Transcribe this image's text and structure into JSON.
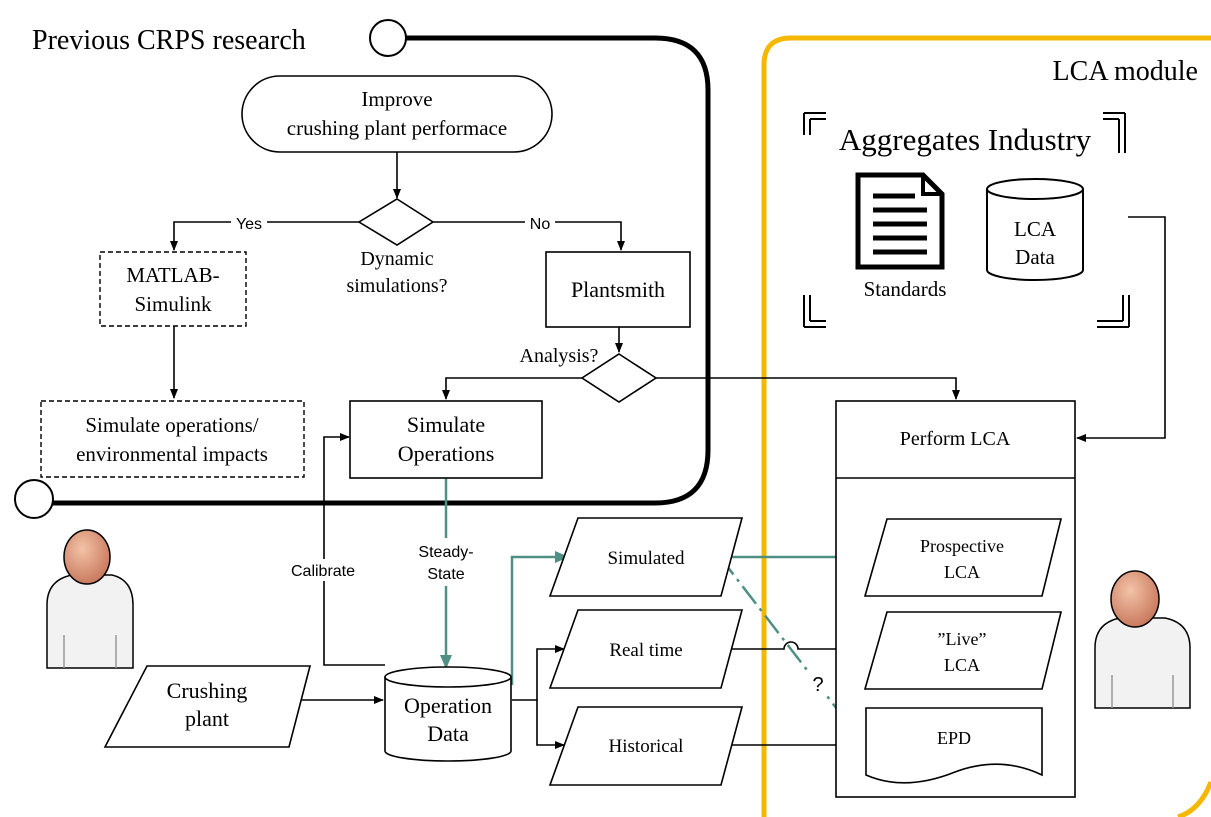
{
  "titles": {
    "previous": "Previous CRPS research",
    "lca_module": "LCA module",
    "aggregates": "Aggregates Industry"
  },
  "nodes": {
    "improve": [
      "Improve",
      "crushing plant performace"
    ],
    "dynamic": [
      "Dynamic",
      "simulations?"
    ],
    "matlab": [
      "MATLAB-",
      "Simulink"
    ],
    "plantsmith": [
      "Plantsmith"
    ],
    "analysis": [
      "Analysis?"
    ],
    "simulate_env": [
      "Simulate operations/",
      "environmental impacts"
    ],
    "simulate_ops": [
      "Simulate",
      "Operations"
    ],
    "crushing_plant": [
      "Crushing",
      "plant"
    ],
    "operation_data": [
      "Operation",
      "Data"
    ],
    "simulated": [
      "Simulated"
    ],
    "real_time": [
      "Real time"
    ],
    "historical": [
      "Historical"
    ],
    "perform_lca": [
      "Perform LCA"
    ],
    "prospective": [
      "Prospective",
      "LCA"
    ],
    "live": [
      "”Live”",
      "LCA"
    ],
    "epd": [
      "EPD"
    ],
    "standards": [
      "Standards"
    ],
    "lca_data": [
      "LCA",
      "Data"
    ]
  },
  "edge_labels": {
    "yes": "Yes",
    "no": "No",
    "calibrate": "Calibrate",
    "steady": [
      "Steady-",
      "State"
    ],
    "question": "?"
  },
  "icons": {
    "document": "document-icon",
    "database": "database-icon",
    "person": "person-icon"
  },
  "colors": {
    "yellow_frame": "#f5b800",
    "teal_arrow": "#4f8f84",
    "black": "#000000",
    "skin": "#d9957a",
    "person_body": "#f2f2f2"
  }
}
